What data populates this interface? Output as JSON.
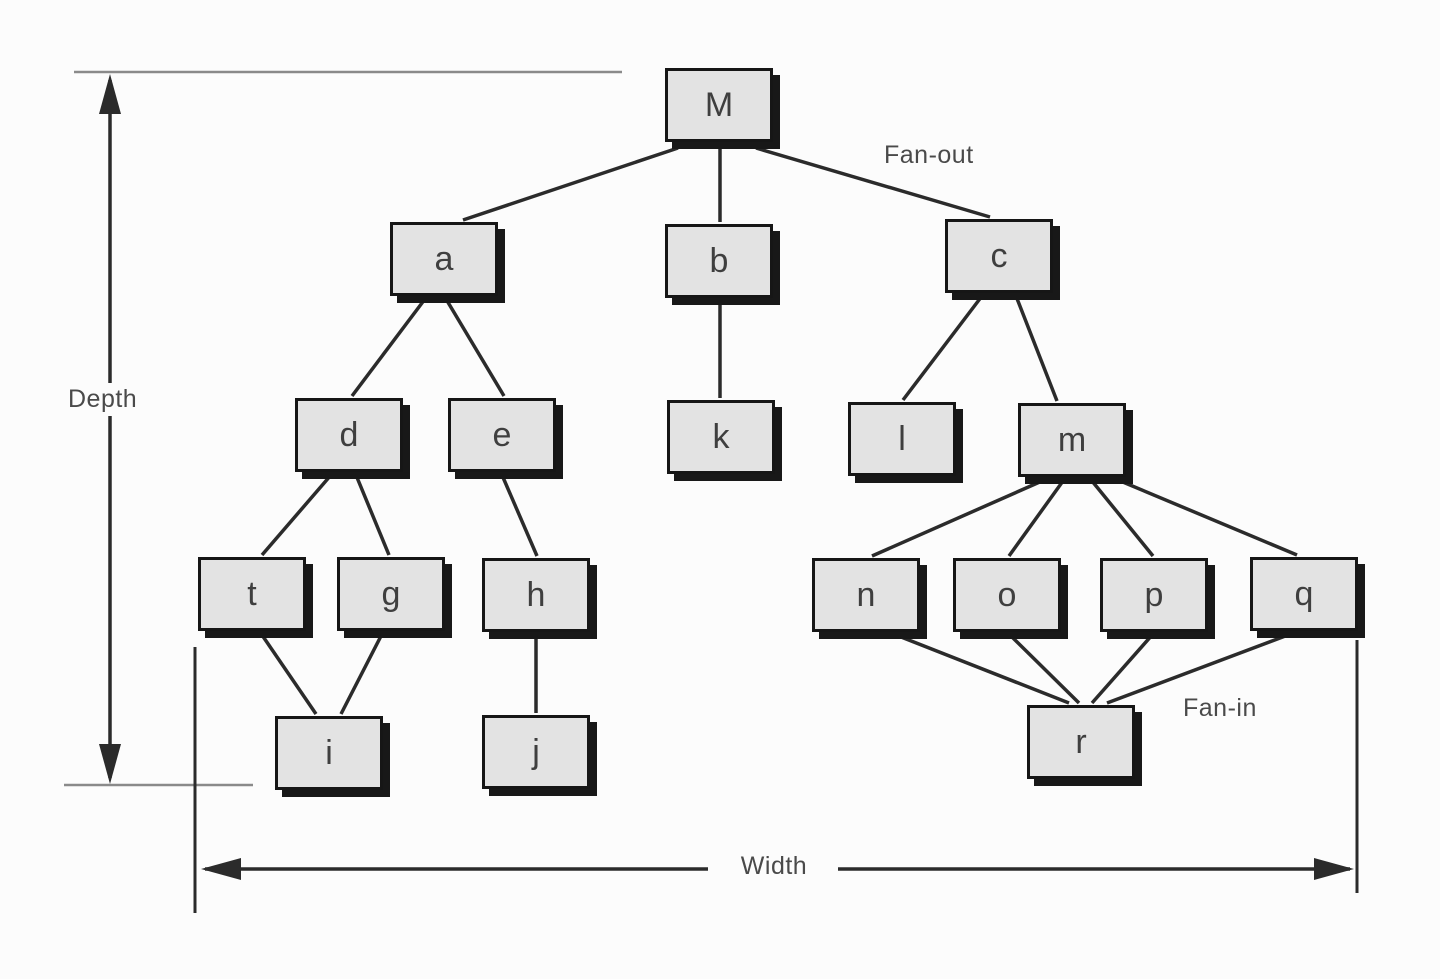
{
  "figure": {
    "annotations": {
      "depth": "Depth",
      "width": "Width",
      "fan_out": "Fan-out",
      "fan_in": "Fan-in"
    }
  },
  "diagram": {
    "type": "tree",
    "description": "Structure chart of program modules showing depth, width, fan-out and fan-in",
    "root": "M",
    "nodes": [
      {
        "id": "M",
        "label": "M"
      },
      {
        "id": "a",
        "label": "a"
      },
      {
        "id": "b",
        "label": "b"
      },
      {
        "id": "c",
        "label": "c"
      },
      {
        "id": "d",
        "label": "d"
      },
      {
        "id": "e",
        "label": "e"
      },
      {
        "id": "k",
        "label": "k"
      },
      {
        "id": "l",
        "label": "l"
      },
      {
        "id": "m",
        "label": "m"
      },
      {
        "id": "t",
        "label": "t"
      },
      {
        "id": "g",
        "label": "g"
      },
      {
        "id": "h",
        "label": "h"
      },
      {
        "id": "n",
        "label": "n"
      },
      {
        "id": "o",
        "label": "o"
      },
      {
        "id": "p",
        "label": "p"
      },
      {
        "id": "q",
        "label": "q"
      },
      {
        "id": "i",
        "label": "i"
      },
      {
        "id": "j",
        "label": "j"
      },
      {
        "id": "r",
        "label": "r"
      }
    ],
    "edges": [
      {
        "from": "M",
        "to": "a"
      },
      {
        "from": "M",
        "to": "b"
      },
      {
        "from": "M",
        "to": "c"
      },
      {
        "from": "a",
        "to": "d"
      },
      {
        "from": "a",
        "to": "e"
      },
      {
        "from": "b",
        "to": "k"
      },
      {
        "from": "c",
        "to": "l"
      },
      {
        "from": "c",
        "to": "m"
      },
      {
        "from": "d",
        "to": "t"
      },
      {
        "from": "d",
        "to": "g"
      },
      {
        "from": "e",
        "to": "h"
      },
      {
        "from": "t",
        "to": "i"
      },
      {
        "from": "g",
        "to": "i"
      },
      {
        "from": "h",
        "to": "j"
      },
      {
        "from": "m",
        "to": "n"
      },
      {
        "from": "m",
        "to": "o"
      },
      {
        "from": "m",
        "to": "p"
      },
      {
        "from": "m",
        "to": "q"
      },
      {
        "from": "n",
        "to": "r"
      },
      {
        "from": "o",
        "to": "r"
      },
      {
        "from": "p",
        "to": "r"
      },
      {
        "from": "q",
        "to": "r"
      }
    ],
    "colors": {
      "node_fill": "#e3e3e3",
      "node_border": "#161616",
      "node_shadow": "#181818",
      "line": "#2b2b2b",
      "guide": "#8a8a8a",
      "background": "#fcfcfc"
    }
  }
}
